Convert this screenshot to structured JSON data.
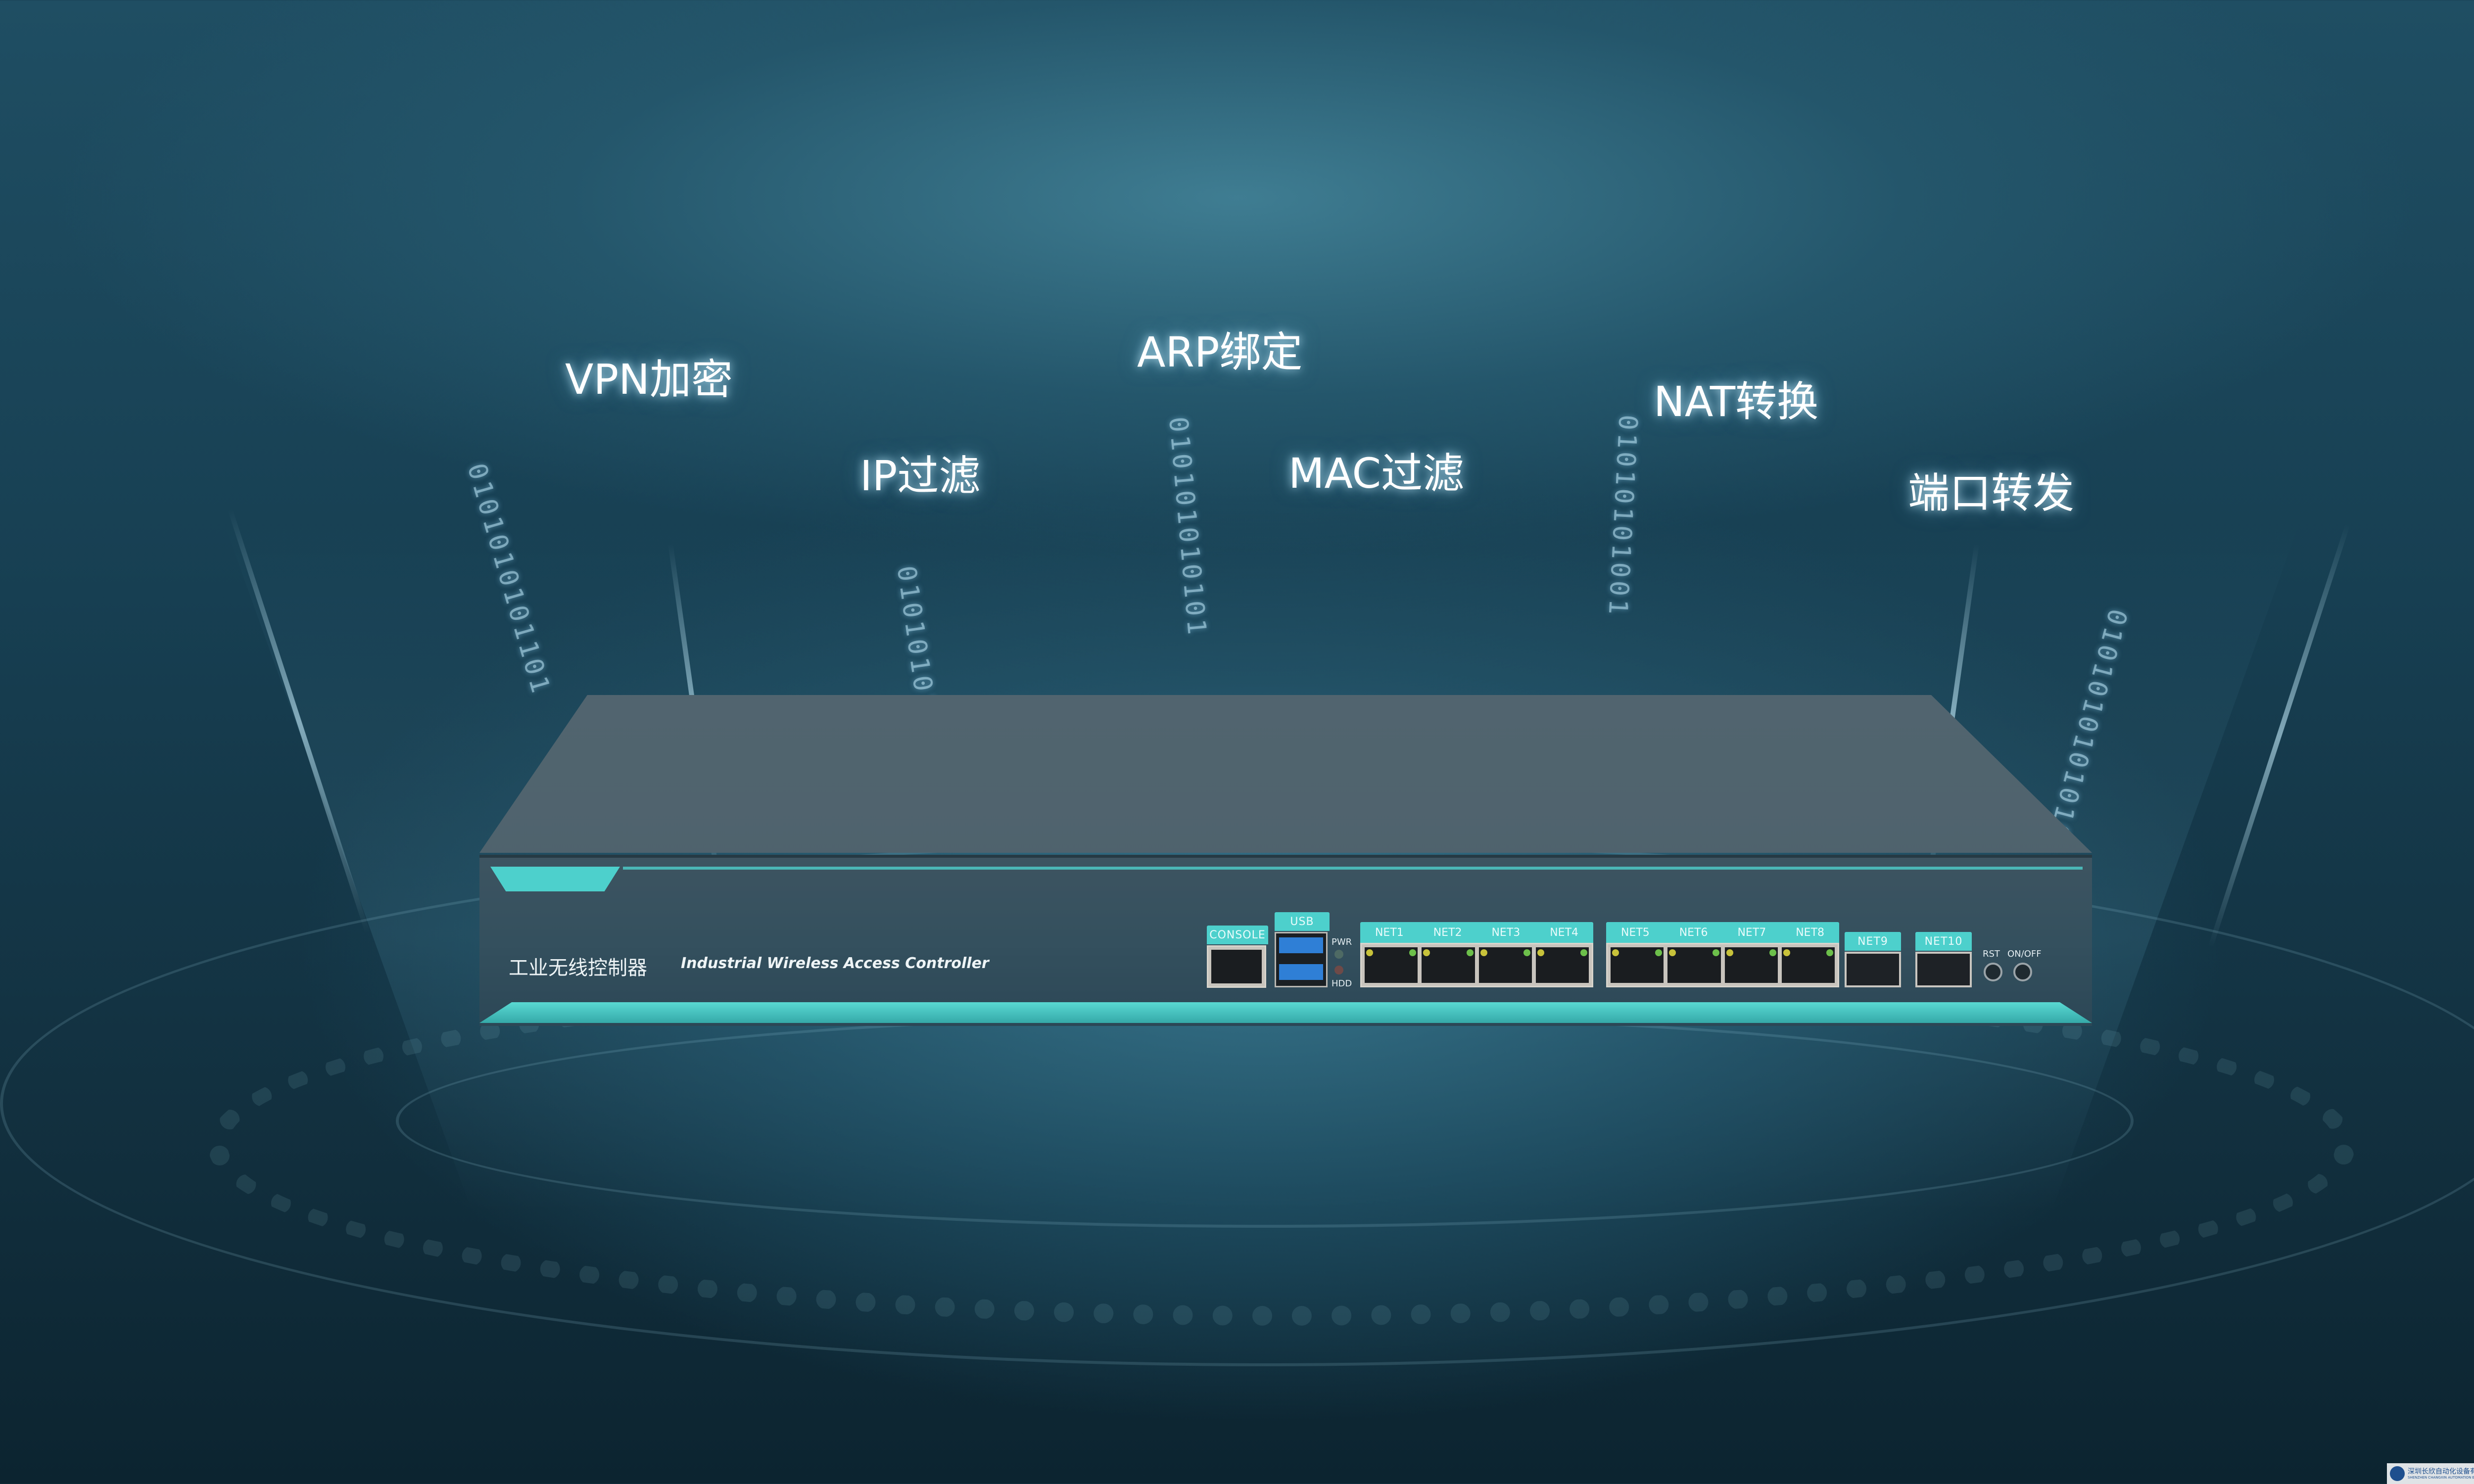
{
  "features": [
    "VPN加密",
    "IP过滤",
    "ARP绑定",
    "MAC过滤",
    "NAT转换",
    "端口转发"
  ],
  "binary_strings": [
    "0101010101101",
    "0101010101010",
    "010101010101",
    "01010101001",
    "0101010101010"
  ],
  "device": {
    "name_cn": "工业无线控制器",
    "name_en": "Industrial Wireless Access Controller",
    "ports": {
      "console": "CONSOLE",
      "usb": "USB",
      "pwr": "PWR",
      "hdd": "HDD",
      "net": [
        "NET1",
        "NET2",
        "NET3",
        "NET4",
        "NET5",
        "NET6",
        "NET7",
        "NET8"
      ],
      "net9": "NET9",
      "net10": "NET10",
      "rst": "RST",
      "onoff": "ON/OFF"
    }
  },
  "colors": {
    "accent": "#4dd0cc",
    "background": "#1d4a5e"
  },
  "watermark": {
    "company_cn": "深圳长欣自动化设备有限公司",
    "company_en": "SHENZHEN CHANGXIN AUTOMATION EQUIPMENT CO., LTD"
  }
}
